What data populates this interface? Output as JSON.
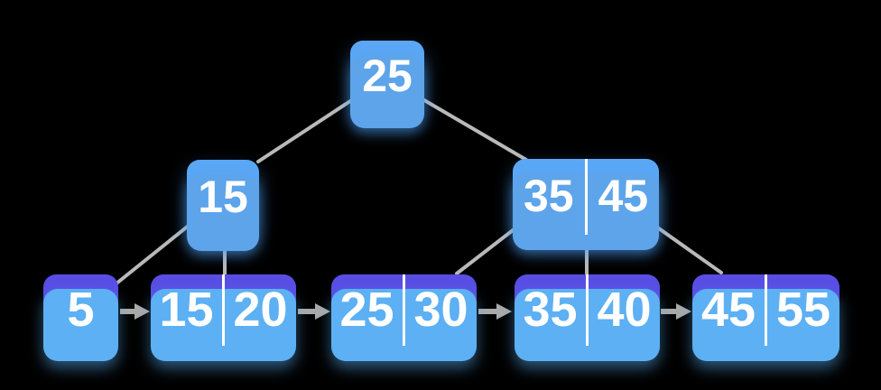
{
  "diagram": {
    "type": "b-plus-tree",
    "background_color": "#000000",
    "colors": {
      "internal_node_fill": "#5aa7f5",
      "leaf_node_fill": "#594ee4",
      "leaf_base_lip": "#5cb0f3",
      "edge_line": "#b9b9b9",
      "leaf_link_arrow": "#a9a9a9",
      "cell_divider": "#ffffff",
      "key_text": "#ffffff"
    },
    "nodes": {
      "root": {
        "level": 1,
        "keys": [
          "25"
        ]
      },
      "int15": {
        "level": 2,
        "keys": [
          "15"
        ]
      },
      "int3545": {
        "level": 2,
        "keys": [
          "35",
          "45"
        ]
      },
      "leaf0": {
        "level": 3,
        "keys": [
          "5"
        ]
      },
      "leaf1": {
        "level": 3,
        "keys": [
          "15",
          "20"
        ]
      },
      "leaf2": {
        "level": 3,
        "keys": [
          "25",
          "30"
        ]
      },
      "leaf3": {
        "level": 3,
        "keys": [
          "35",
          "40"
        ]
      },
      "leaf4": {
        "level": 3,
        "keys": [
          "45",
          "55"
        ]
      }
    },
    "edges": [
      {
        "from": "root",
        "to": "int15"
      },
      {
        "from": "root",
        "to": "int3545"
      },
      {
        "from": "int15",
        "to": "leaf0"
      },
      {
        "from": "int15",
        "to": "leaf1"
      },
      {
        "from": "int3545",
        "to": "leaf2"
      },
      {
        "from": "int3545",
        "to": "leaf3"
      },
      {
        "from": "int3545",
        "to": "leaf4"
      }
    ],
    "leaf_links": [
      {
        "from": "leaf0",
        "to": "leaf1"
      },
      {
        "from": "leaf1",
        "to": "leaf2"
      },
      {
        "from": "leaf2",
        "to": "leaf3"
      },
      {
        "from": "leaf3",
        "to": "leaf4"
      }
    ]
  }
}
